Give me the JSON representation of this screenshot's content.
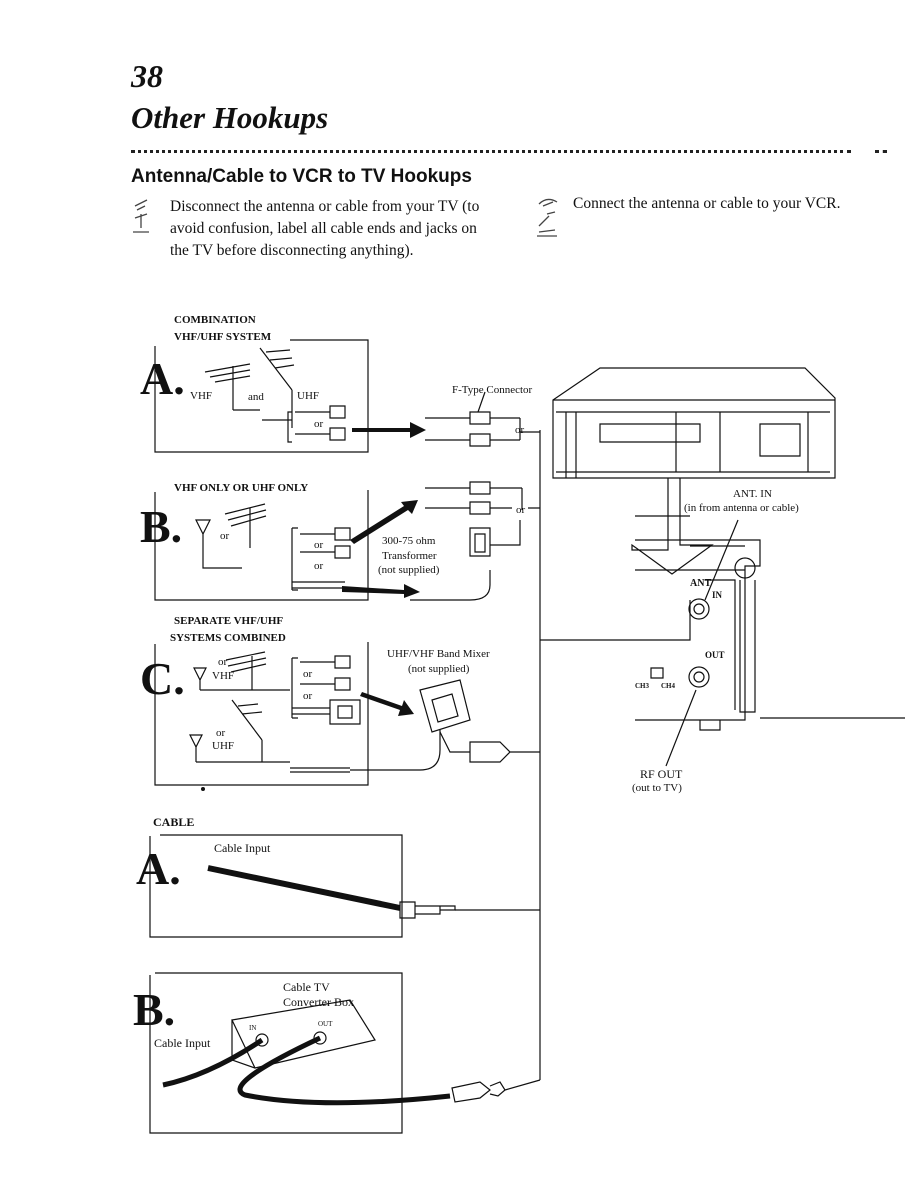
{
  "page": {
    "number": "38",
    "title": "Other Hookups",
    "section_title": "Antenna/Cable to VCR to TV Hookups"
  },
  "steps": [
    {
      "text": "Disconnect the antenna or cable from your TV (to avoid confusion, label all cable ends and jacks on the TV before disconnecting anything)."
    },
    {
      "text": "Connect the antenna or cable to your VCR."
    }
  ],
  "diagram": {
    "combination_label": "COMBINATION",
    "vhf_uhf_system": "VHF/UHF SYSTEM",
    "letter_a": "A.",
    "letter_b": "B.",
    "letter_c": "C.",
    "vhf": "VHF",
    "and": "and",
    "uhf": "UHF",
    "or": "or",
    "f_type_connector": "F-Type Connector",
    "vhf_only_or_uhf_only": "VHF ONLY OR UHF ONLY",
    "transformer_line1": "300-75 ohm",
    "transformer_line2": "Transformer",
    "not_supplied": "(not supplied)",
    "separate_vhf_uhf": "SEPARATE VHF/UHF",
    "systems_combined": "SYSTEMS COMBINED",
    "band_mixer": "UHF/VHF Band Mixer",
    "cable_label": "CABLE",
    "cable_input": "Cable Input",
    "cable_tv_line1": "Cable TV",
    "cable_tv_line2": "Converter Box",
    "in": "IN",
    "out": "OUT",
    "ant_in": "ANT. IN",
    "ant_in_desc": "(in from antenna or cable)",
    "ant": "ANT",
    "ch3": "CH3",
    "ch4": "CH4",
    "rf_out": "RF OUT",
    "rf_out_desc": "(out to TV)"
  }
}
